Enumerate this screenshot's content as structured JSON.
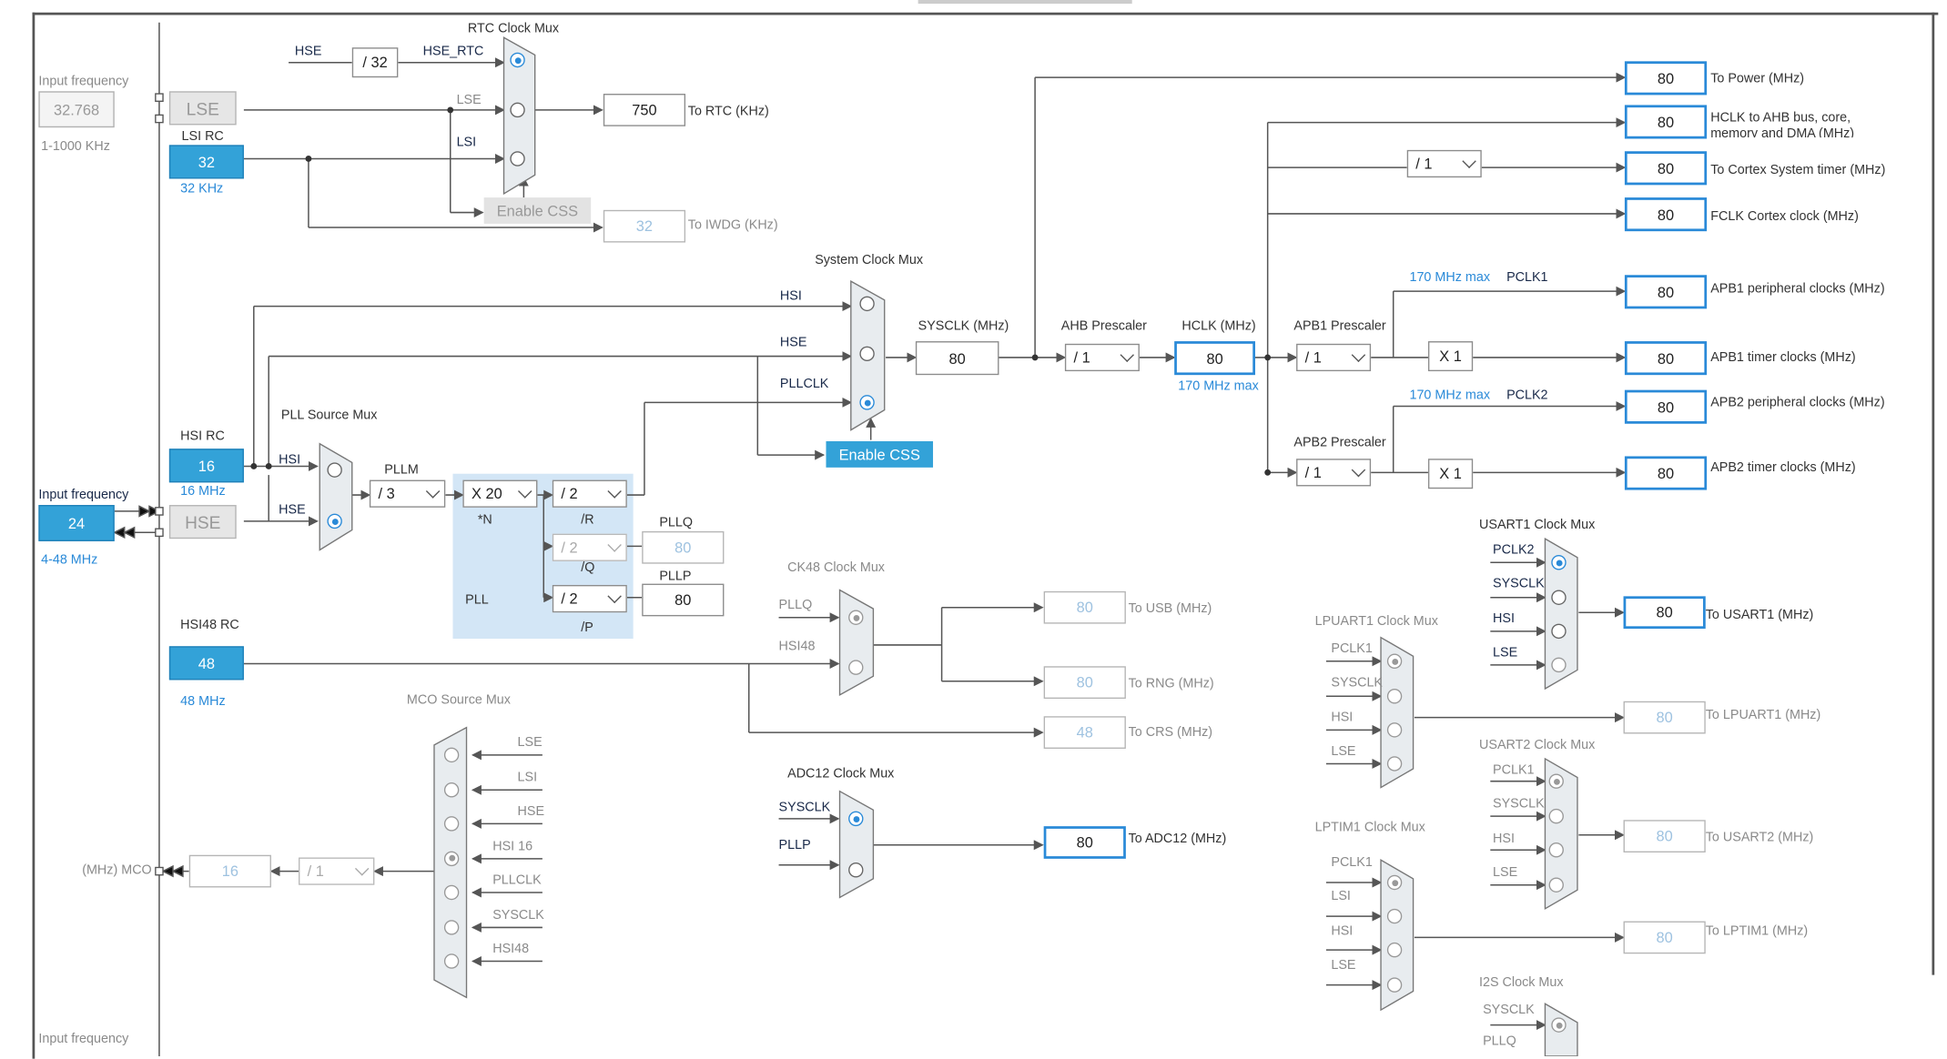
{
  "left": {
    "input_freq_label": "Input frequency",
    "lse_input_value": "32.768",
    "lse_range": "1-1000 KHz",
    "lse_name": "LSE",
    "lsi_rc_label": "LSI RC",
    "lsi_value": "32",
    "lsi_freq": "32 KHz",
    "hsi_rc_label": "HSI RC",
    "hsi_value": "16",
    "hsi_freq": "16 MHz",
    "hse_input_label": "Input frequency",
    "hse_input_value": "24",
    "hse_range": "4-48 MHz",
    "hse_name": "HSE",
    "hsi48_rc_label": "HSI48 RC",
    "hsi48_value": "48",
    "hsi48_freq": "48 MHz",
    "mco_label": "(MHz) MCO",
    "bottom_input_label": "Input frequency"
  },
  "rtc": {
    "mux_title": "RTC Clock Mux",
    "hse_label": "HSE",
    "div": "/ 32",
    "hse_rtc_label": "HSE_RTC",
    "lse_label": "LSE",
    "lsi_label": "LSI",
    "rtc_value": "750",
    "rtc_out": "To RTC (KHz)",
    "enable_css": "Enable CSS",
    "iwdg_value": "32",
    "iwdg_out": "To IWDG (KHz)"
  },
  "sysclk": {
    "mux_title": "System Clock Mux",
    "hsi_label": "HSI",
    "hse_label": "HSE",
    "pllclk_label": "PLLCLK",
    "sysclk_label": "SYSCLK (MHz)",
    "sysclk_value": "80",
    "enable_css": "Enable CSS",
    "ahb_label": "AHB Prescaler",
    "ahb_value": "/ 1",
    "hclk_label": "HCLK (MHz)",
    "hclk_value": "80",
    "hclk_max": "170 MHz max"
  },
  "pll": {
    "source_title": "PLL Source Mux",
    "hsi_label": "HSI",
    "hse_label": "HSE",
    "pllm_label": "PLLM",
    "pllm_value": "/ 3",
    "n_value": "X 20",
    "n_label": "*N",
    "r_value": "/ 2",
    "r_label": "/R",
    "q_value": "/ 2",
    "q_label": "/Q",
    "p_value": "/ 2",
    "p_label": "/P",
    "pll_label": "PLL",
    "pllq_label": "PLLQ",
    "pllq_value": "80",
    "pllp_label": "PLLP",
    "pllp_value": "80"
  },
  "outputs": {
    "power_value": "80",
    "power_label": "To Power (MHz)",
    "hclk_value": "80",
    "hclk_label": "HCLK to AHB bus, core,",
    "hclk_label2": "memory and DMA (MHz)",
    "cortex_div": "/ 1",
    "cortex_value": "80",
    "cortex_label": "To Cortex System timer (MHz)",
    "fclk_value": "80",
    "fclk_label": "FCLK Cortex clock (MHz)",
    "apb1_max": "170 MHz max",
    "pclk1": "PCLK1",
    "apb1_periph_value": "80",
    "apb1_periph_label": "APB1 peripheral clocks (MHz)",
    "apb1_prescaler_label": "APB1 Prescaler",
    "apb1_prescaler": "/ 1",
    "apb1_x": "X 1",
    "apb1_timer_value": "80",
    "apb1_timer_label": "APB1 timer clocks (MHz)",
    "apb2_max": "170 MHz max",
    "pclk2": "PCLK2",
    "apb2_periph_value": "80",
    "apb2_periph_label": "APB2 peripheral clocks (MHz)",
    "apb2_prescaler_label": "APB2 Prescaler",
    "apb2_prescaler": "/ 1",
    "apb2_x": "X 1",
    "apb2_timer_value": "80",
    "apb2_timer_label": "APB2 timer clocks (MHz)"
  },
  "ck48": {
    "title": "CK48 Clock Mux",
    "pllq": "PLLQ",
    "hsi48": "HSI48",
    "usb_value": "80",
    "usb_label": "To USB (MHz)",
    "rng_value": "80",
    "rng_label": "To RNG (MHz)",
    "crs_value": "48",
    "crs_label": "To CRS (MHz)"
  },
  "adc": {
    "title": "ADC12 Clock Mux",
    "sysclk": "SYSCLK",
    "pllp": "PLLP",
    "value": "80",
    "label": "To ADC12 (MHz)"
  },
  "mco": {
    "title": "MCO Source Mux",
    "inputs": [
      "LSE",
      "LSI",
      "HSE",
      "HSI 16",
      "PLLCLK",
      "SYSCLK",
      "HSI48"
    ],
    "div": "/ 1",
    "value": "16"
  },
  "usart1": {
    "title": "USART1 Clock Mux",
    "inputs": [
      "PCLK2",
      "SYSCLK",
      "HSI",
      "LSE"
    ],
    "value": "80",
    "label": "To USART1 (MHz)"
  },
  "lpuart1": {
    "title": "LPUART1 Clock Mux",
    "inputs": [
      "PCLK1",
      "SYSCLK",
      "HSI",
      "LSE"
    ],
    "value": "80",
    "label": "To LPUART1 (MHz)"
  },
  "usart2": {
    "title": "USART2 Clock Mux",
    "inputs": [
      "PCLK1",
      "SYSCLK",
      "HSI",
      "LSE"
    ],
    "value": "80",
    "label": "To USART2 (MHz)"
  },
  "lptim1": {
    "title": "LPTIM1 Clock Mux",
    "inputs": [
      "PCLK1",
      "LSI",
      "HSI",
      "LSE"
    ],
    "value": "80",
    "label": "To LPTIM1 (MHz)"
  },
  "i2s": {
    "title": "I2S Clock Mux",
    "inputs": [
      "SYSCLK",
      "PLLQ"
    ]
  },
  "colors": {
    "accent": "#33a2d8",
    "output_border": "#2a8ad8",
    "pll_area": "#d3e6f6",
    "wire": "#555555"
  }
}
